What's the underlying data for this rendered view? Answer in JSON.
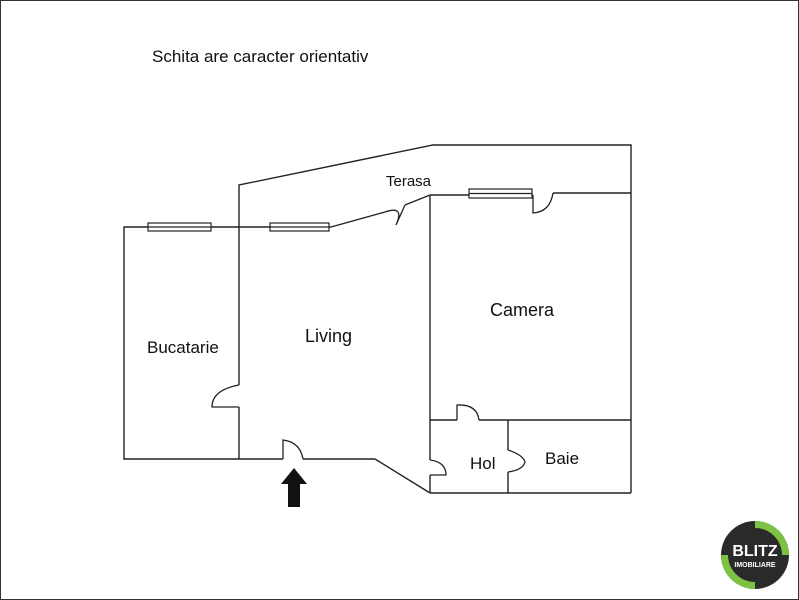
{
  "note": "Schita are caracter orientativ",
  "rooms": {
    "terasa": "Terasa",
    "camera": "Camera",
    "living": "Living",
    "bucatarie": "Bucatarie",
    "hol": "Hol",
    "baie": "Baie"
  },
  "logo": {
    "line1": "BLITZ",
    "line2": "IMOBILIARE",
    "ring_color": "#7dc242",
    "badge_color": "#2a2a2a"
  },
  "icons": {
    "entrance": "up-arrow-icon"
  }
}
